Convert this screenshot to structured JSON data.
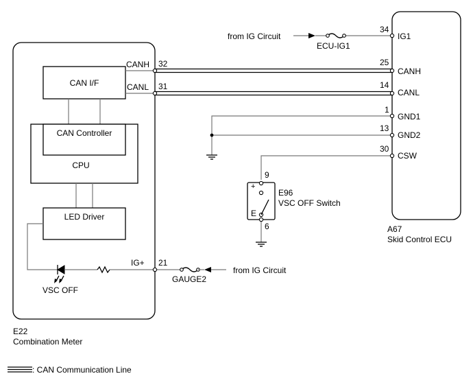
{
  "combination_meter": {
    "code": "E22",
    "name": "Combination Meter",
    "can_if": "CAN I/F",
    "can_controller": "CAN Controller",
    "cpu": "CPU",
    "led_driver": "LED Driver",
    "vsc_off_led": "VSC OFF",
    "pins": {
      "canh_label": "CANH",
      "canh_num": "32",
      "canl_label": "CANL",
      "canl_num": "31",
      "igp_label": "IG+",
      "igp_num": "21"
    }
  },
  "skid_control_ecu": {
    "code": "A67",
    "name": "Skid Control ECU",
    "pins": [
      {
        "num": "34",
        "label": "IG1"
      },
      {
        "num": "25",
        "label": "CANH"
      },
      {
        "num": "14",
        "label": "CANL"
      },
      {
        "num": "1",
        "label": "GND1"
      },
      {
        "num": "13",
        "label": "GND2"
      },
      {
        "num": "30",
        "label": "CSW"
      }
    ]
  },
  "vsc_off_switch": {
    "code": "E96",
    "name": "VSC OFF Switch",
    "pin_top": "9",
    "pin_bottom": "6",
    "plus": "+",
    "e": "E"
  },
  "fuses": {
    "ecu_ig1": "ECU-IG1",
    "gauge2": "GAUGE2"
  },
  "sources": {
    "from_ig_top": "from IG Circuit",
    "from_ig_bottom": "from IG Circuit"
  },
  "legend": {
    "can_line": ": CAN Communication Line"
  }
}
